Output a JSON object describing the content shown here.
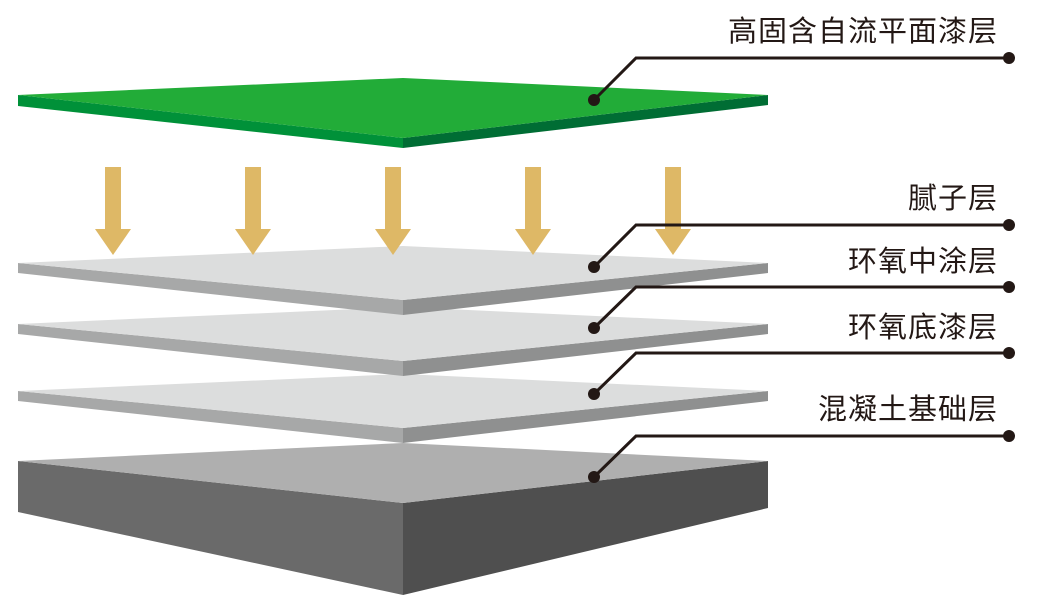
{
  "title": "地坪漆层结构示意图",
  "layers": [
    {
      "id": "top-coat",
      "label": "高固含自流平面漆层",
      "top_color": "#22ac38",
      "left_side_color": "#009139",
      "right_side_color": "#006d34"
    },
    {
      "id": "putty",
      "label": "腻子层",
      "top_color": "#dcdddd",
      "left_side_color": "#a7a8a8",
      "right_side_color": "#8f9090"
    },
    {
      "id": "epoxy-mid",
      "label": "环氧中涂层",
      "top_color": "#dcdddd",
      "left_side_color": "#a7a8a8",
      "right_side_color": "#8f9090"
    },
    {
      "id": "epoxy-primer",
      "label": "环氧底漆层",
      "top_color": "#dcdddd",
      "left_side_color": "#a7a8a8",
      "right_side_color": "#8f9090"
    },
    {
      "id": "concrete-base",
      "label": "混凝土基础层",
      "top_color": "#afafaf",
      "left_side_color": "#6a6a6a",
      "right_side_color": "#4f4f4f"
    }
  ],
  "arrows": {
    "count": 5,
    "color": "#deb866",
    "direction": "down"
  },
  "leader_color": "#231815"
}
